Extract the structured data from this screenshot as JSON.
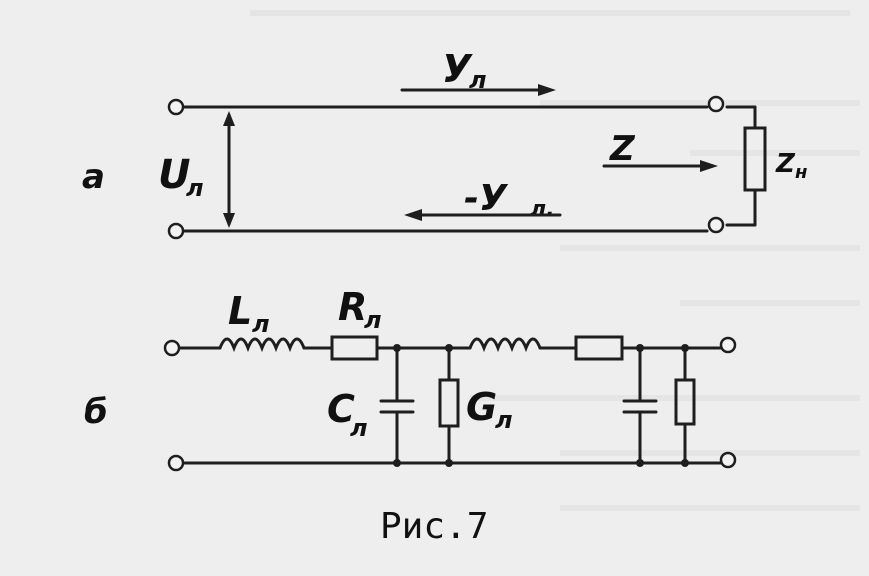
{
  "figure": {
    "caption": "Рис.7",
    "panel_a": {
      "label": "а",
      "voltage": "U",
      "voltage_sub": "л",
      "forward_current": "У",
      "forward_current_sub": "л",
      "reverse_current": "-У",
      "reverse_current_sub": "л.",
      "impedance": "Z",
      "load": "Z",
      "load_sub": "н"
    },
    "panel_b": {
      "label": "б",
      "inductance": "L",
      "inductance_sub": "л",
      "resistance": "R",
      "resistance_sub": "л",
      "capacitance": "C",
      "capacitance_sub": "л",
      "conductance": "G",
      "conductance_sub": "л"
    }
  },
  "colors": {
    "ink": "#1e1e1e",
    "paper": "#eeeeee"
  }
}
